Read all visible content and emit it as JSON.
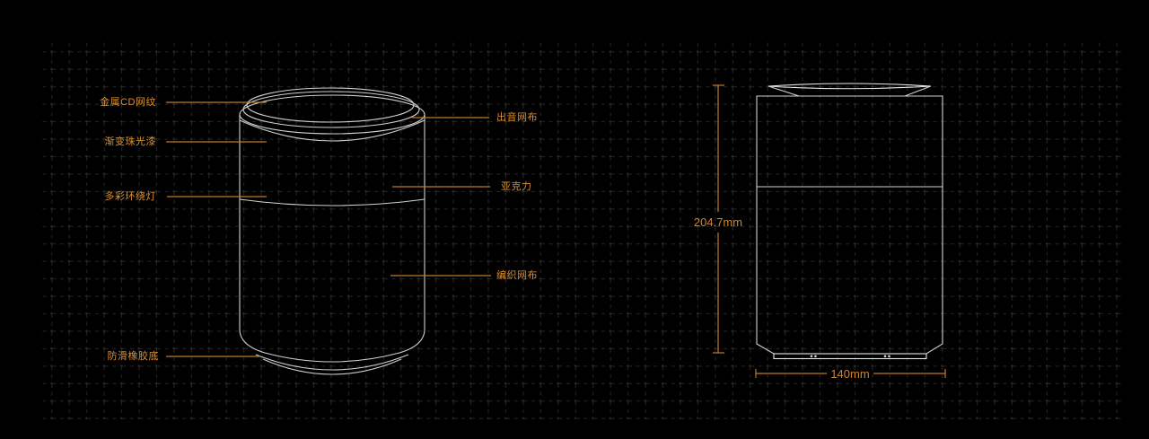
{
  "figure_type": "product blueprint / exploded callout diagram of a cylindrical smart speaker",
  "colors": {
    "background": "#000000",
    "grid_line": "#232323",
    "drawing_outline": "#cccccc",
    "drawing_bright": "#e9e9e9",
    "accent_orange": "#d98a2e"
  },
  "left_figure": {
    "description": "perspective line drawing of speaker with material callouts",
    "callouts_left": [
      {
        "label": "金属CD网纹"
      },
      {
        "label": "渐变珠光漆"
      },
      {
        "label": "多彩环绕灯"
      },
      {
        "label": "防滑橡胶底"
      }
    ],
    "callouts_right": [
      {
        "label": "出音网布"
      },
      {
        "label": "亚克力"
      },
      {
        "label": "编织网布"
      }
    ]
  },
  "right_figure": {
    "description": "side elevation with overall dimensions",
    "dimensions": {
      "height": "204.7mm",
      "width": "140mm"
    }
  }
}
